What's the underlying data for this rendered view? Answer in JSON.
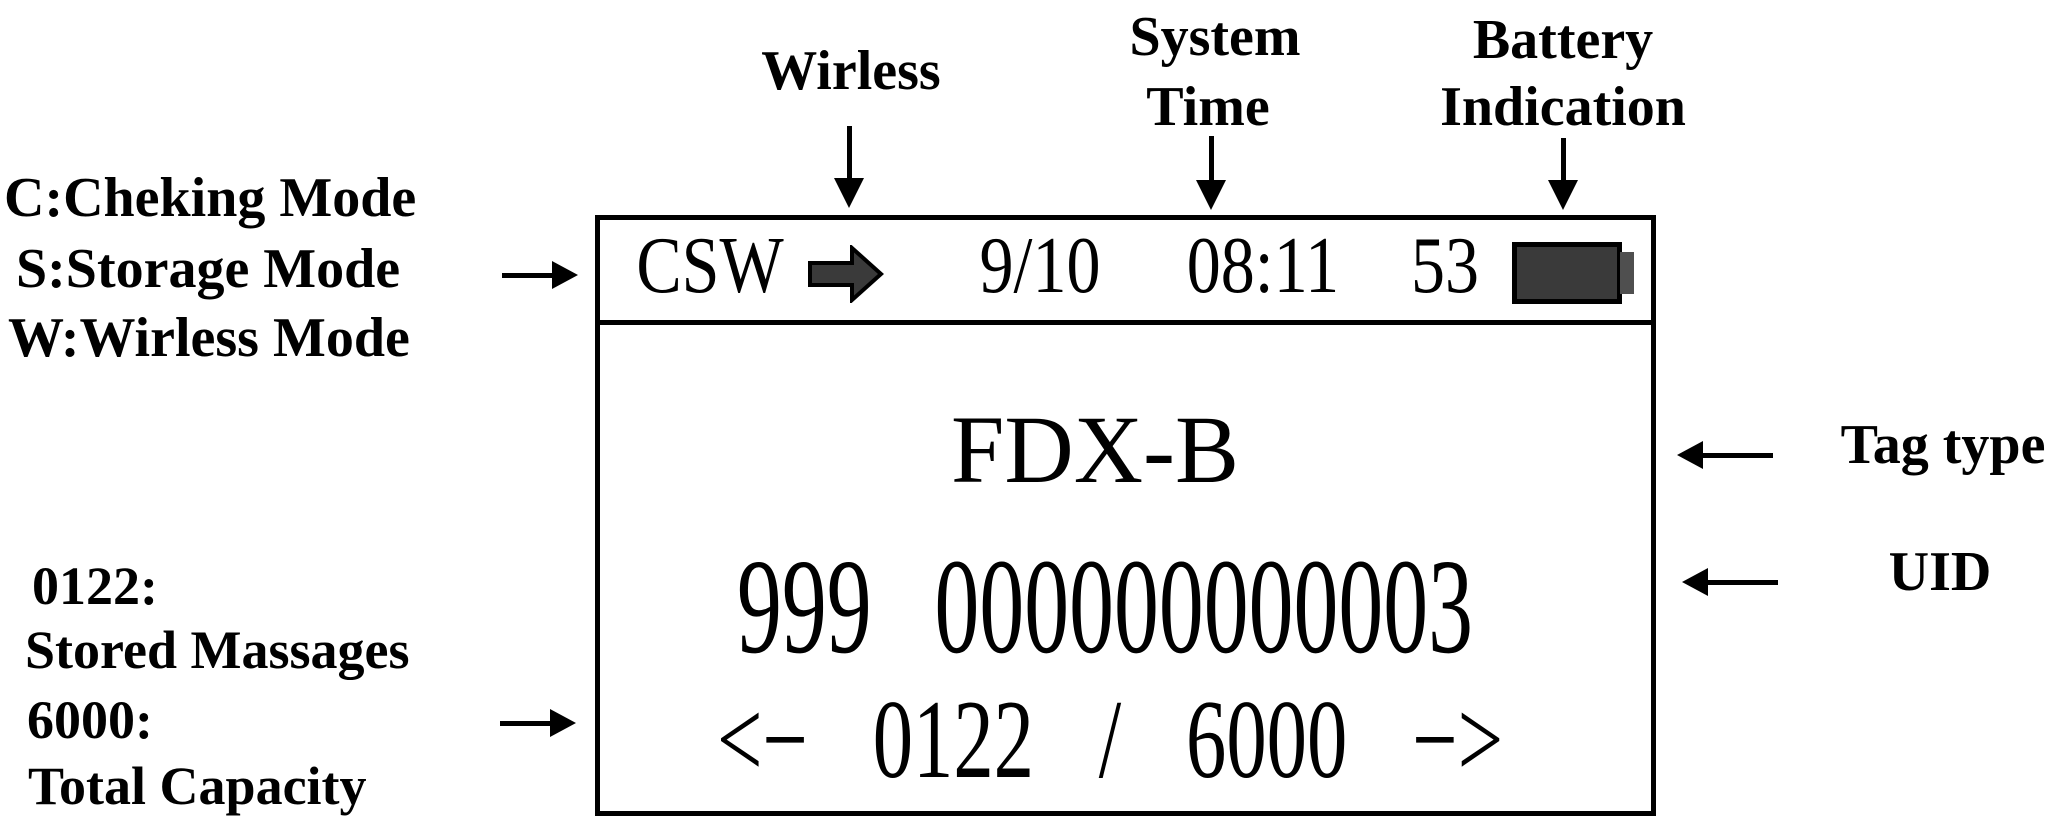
{
  "figure": {
    "legend_modes": {
      "line1": "C:Cheking Mode",
      "line2": "S:Storage Mode",
      "line3": "W:Wirless Mode"
    },
    "label_wireless": "Wirless",
    "label_system_time": {
      "line1": "System",
      "line2": "Time"
    },
    "label_battery": {
      "line1": "Battery",
      "line2": "Indication"
    },
    "label_tag_type": "Tag type",
    "label_uid": "UID",
    "legend_counter": {
      "line1": "0122:",
      "line2": "Stored Massages",
      "line3": "6000:",
      "line4": "Total Capacity"
    }
  },
  "display": {
    "status_bar": {
      "modes": "CSW",
      "date": "9/10",
      "time": "08:11",
      "battery_percent": "53"
    },
    "tag_type": "FDX-B",
    "uid": "999 000000000003",
    "counter": {
      "prev": "<−",
      "current": "0122",
      "separator": "/",
      "total": "6000",
      "next": "−>"
    }
  },
  "colors": {
    "background": "#ffffff",
    "ink": "#000000",
    "arrow_fill": "#3a3a3a",
    "battery_fill": "#3a3a3a",
    "battery_nub": "#4f4f4f"
  }
}
